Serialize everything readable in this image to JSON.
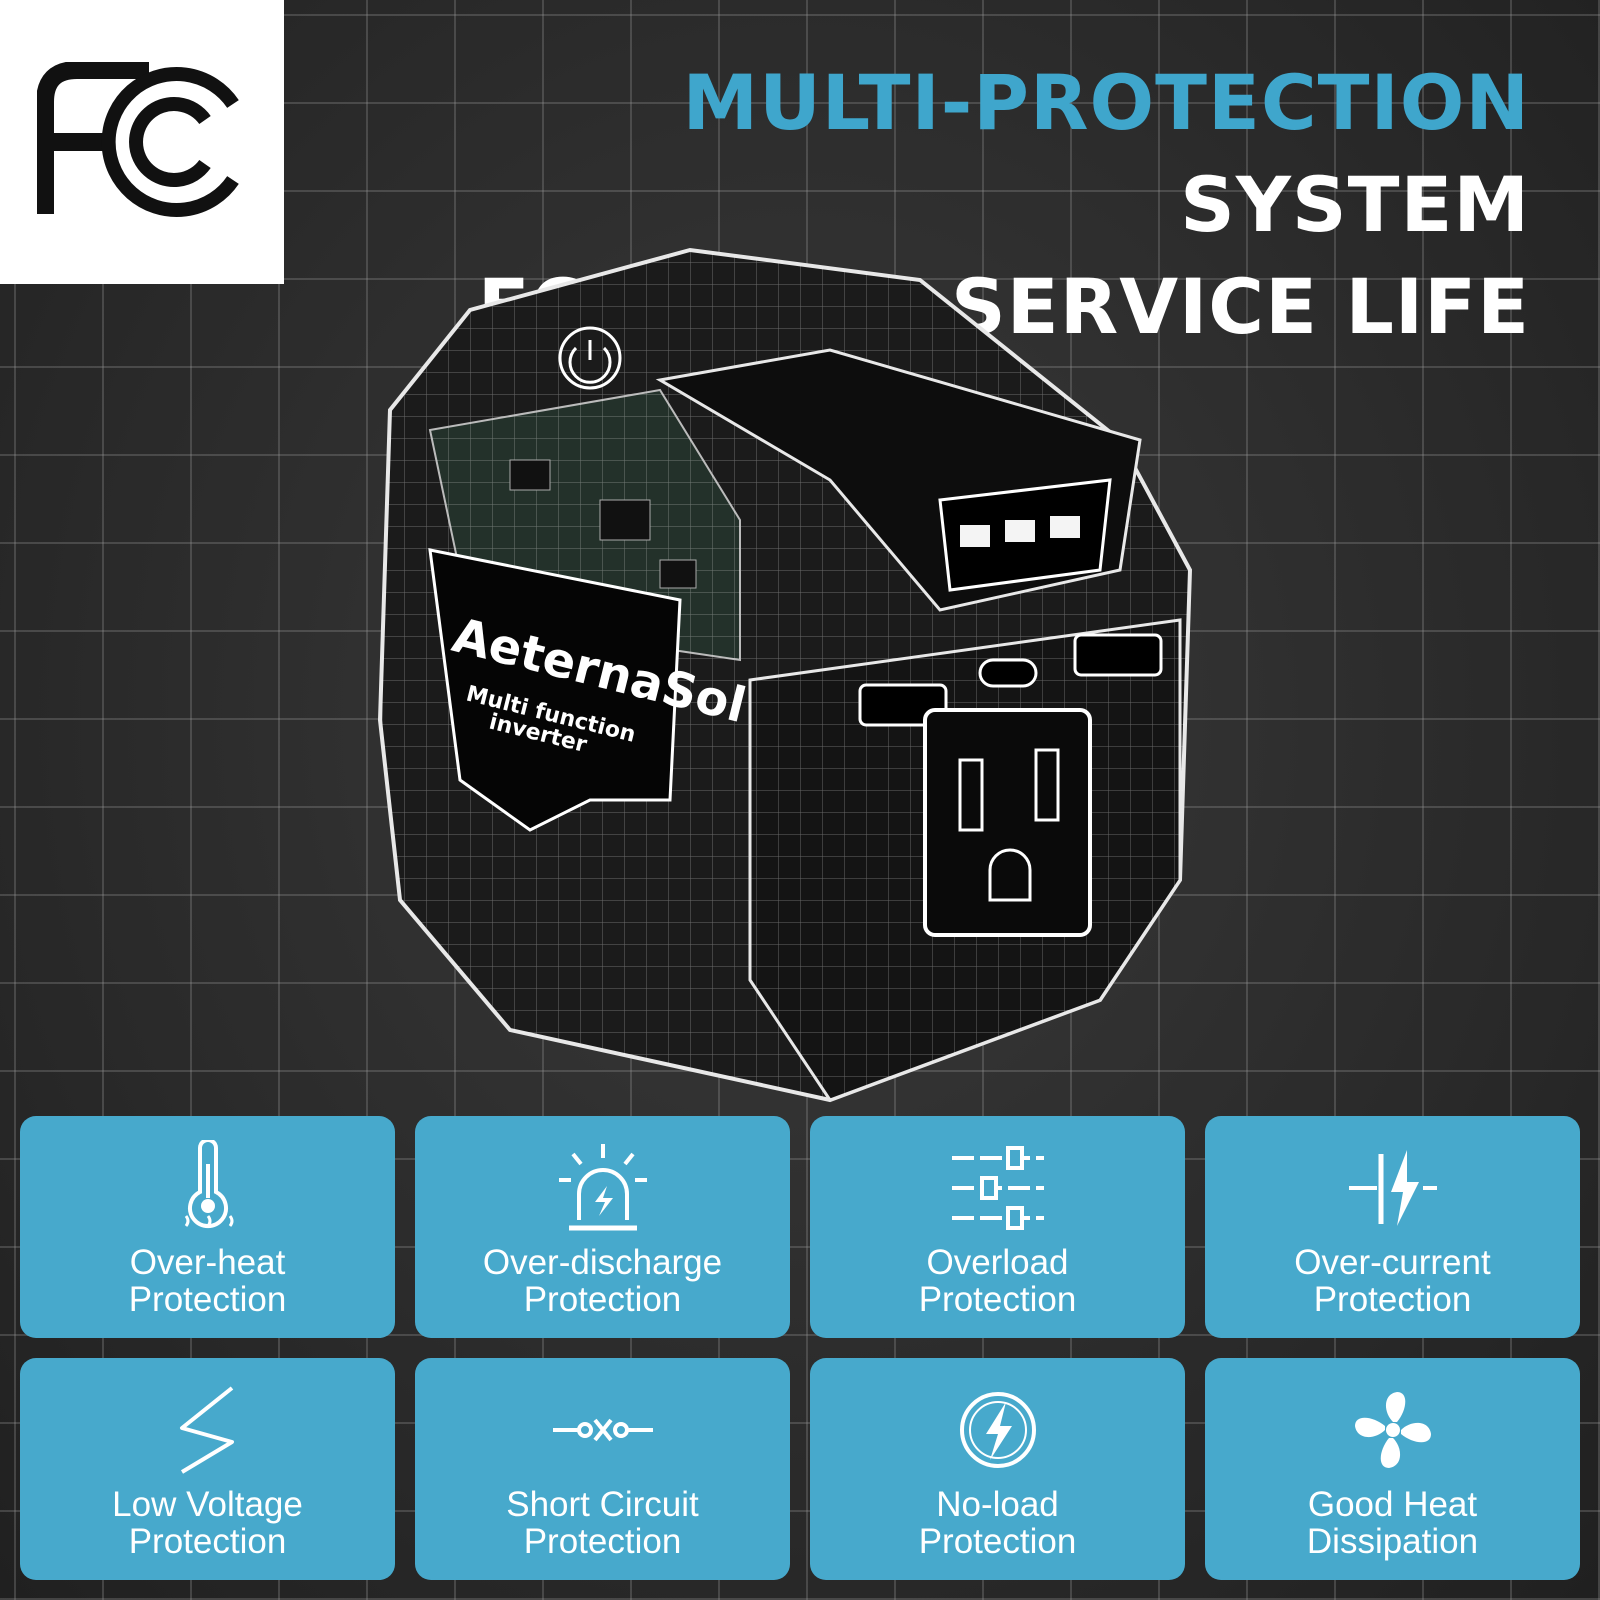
{
  "badge": {
    "logo_icon": "fcc-logo"
  },
  "headline": {
    "accent": "MULTI-PROTECTION",
    "line1_rest": " SYSTEM",
    "line2": "FOR LONG SERVICE LIFE",
    "accent_color": "#3fa6cc"
  },
  "product": {
    "brand": "AeternaSol",
    "subtitle_line1": "Multi function",
    "subtitle_line2": "inverter"
  },
  "features": [
    {
      "icon": "thermometer-heat-icon",
      "line1": "Over-heat",
      "line2": "Protection"
    },
    {
      "icon": "alarm-light-icon",
      "line1": "Over-discharge",
      "line2": "Protection"
    },
    {
      "icon": "slider-levels-icon",
      "line1": "Overload",
      "line2": "Protection"
    },
    {
      "icon": "bolt-gap-icon",
      "line1": "Over-current",
      "line2": "Protection"
    },
    {
      "icon": "zigzag-voltage-icon",
      "line1": "Low Voltage",
      "line2": "Protection"
    },
    {
      "icon": "broken-circuit-icon",
      "line1": "Short Circuit",
      "line2": "Protection"
    },
    {
      "icon": "no-load-bolt-icon",
      "line1": "No-load",
      "line2": "Protection"
    },
    {
      "icon": "fan-icon",
      "line1": "Good Heat",
      "line2": "Dissipation"
    }
  ],
  "tile_color": "#47a9cc"
}
